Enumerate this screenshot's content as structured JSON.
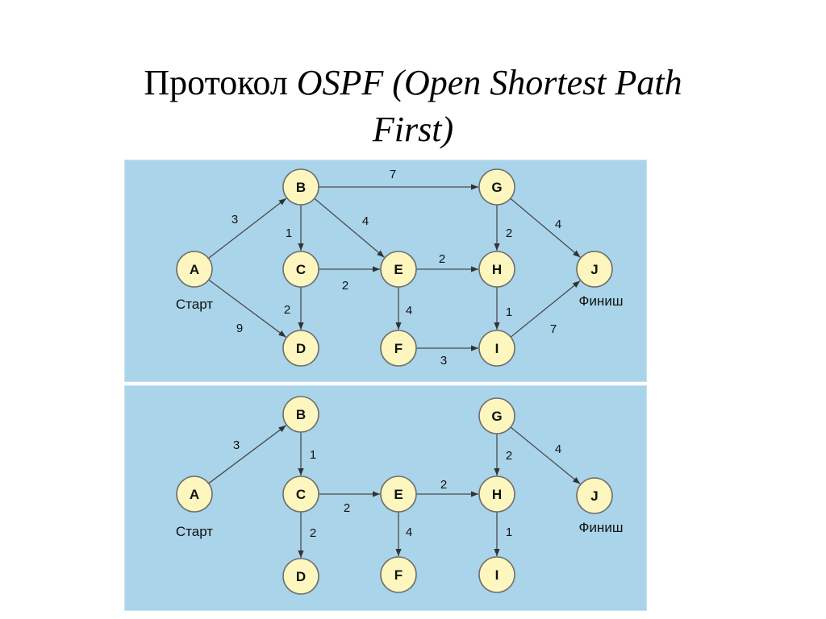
{
  "title": {
    "prefix": "Протокол ",
    "line1_em": "OSPF (Open Shortest Path",
    "line2_em": "First)"
  },
  "labels": {
    "start": "Старт",
    "finish": "Финиш"
  },
  "nodes": [
    "A",
    "B",
    "C",
    "D",
    "E",
    "F",
    "G",
    "H",
    "I",
    "J"
  ],
  "graph_top": {
    "edges": [
      {
        "from": "A",
        "to": "B",
        "weight": "3"
      },
      {
        "from": "A",
        "to": "D",
        "weight": "9"
      },
      {
        "from": "B",
        "to": "C",
        "weight": "1"
      },
      {
        "from": "B",
        "to": "E",
        "weight": "4"
      },
      {
        "from": "B",
        "to": "G",
        "weight": "7"
      },
      {
        "from": "C",
        "to": "E",
        "weight": "2"
      },
      {
        "from": "C",
        "to": "D",
        "weight": "2"
      },
      {
        "from": "E",
        "to": "H",
        "weight": "2"
      },
      {
        "from": "E",
        "to": "F",
        "weight": "4"
      },
      {
        "from": "G",
        "to": "H",
        "weight": "2"
      },
      {
        "from": "G",
        "to": "J",
        "weight": "4"
      },
      {
        "from": "H",
        "to": "I",
        "weight": "1"
      },
      {
        "from": "F",
        "to": "I",
        "weight": "3"
      },
      {
        "from": "I",
        "to": "J",
        "weight": "7"
      }
    ]
  },
  "graph_bottom": {
    "edges": [
      {
        "from": "A",
        "to": "B",
        "weight": "3"
      },
      {
        "from": "B",
        "to": "C",
        "weight": "1"
      },
      {
        "from": "C",
        "to": "E",
        "weight": "2"
      },
      {
        "from": "C",
        "to": "D",
        "weight": "2"
      },
      {
        "from": "E",
        "to": "H",
        "weight": "2"
      },
      {
        "from": "E",
        "to": "F",
        "weight": "4"
      },
      {
        "from": "G",
        "to": "H",
        "weight": "2"
      },
      {
        "from": "G",
        "to": "J",
        "weight": "4"
      },
      {
        "from": "H",
        "to": "I",
        "weight": "1"
      }
    ]
  }
}
